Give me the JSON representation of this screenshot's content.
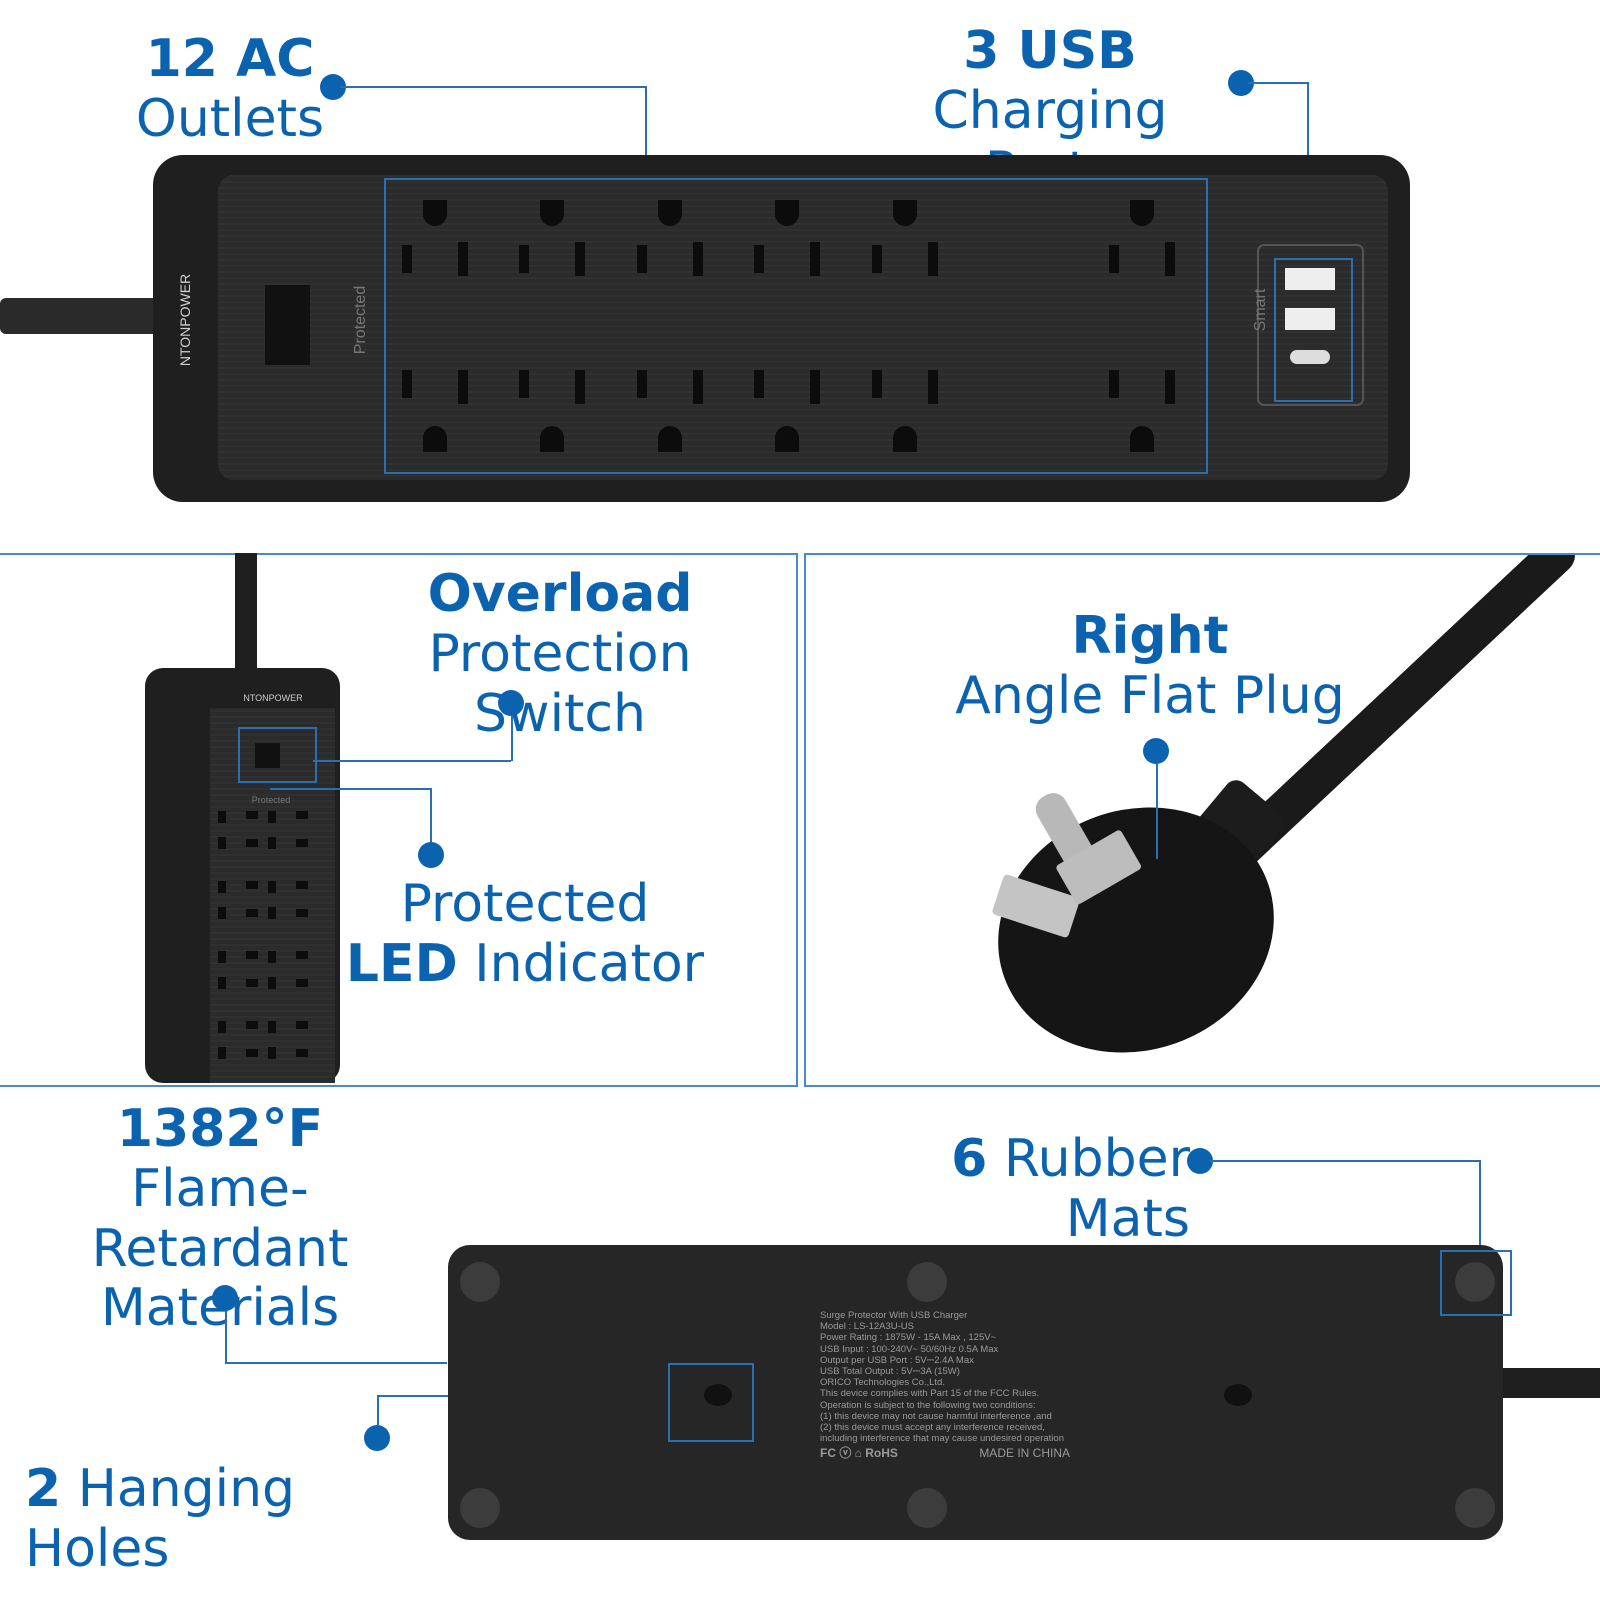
{
  "labels": {
    "ac_bold": "12 AC",
    "ac_rest": "Outlets",
    "usb_bold": "3 USB",
    "usb_rest": "Charging Ports",
    "overload_bold": "Overload",
    "overload_rest": "Protection Switch",
    "led_line1": "Protected",
    "led_bold": "LED",
    "led_rest": " Indicator",
    "plug_bold": "Right",
    "plug_rest": "Angle Flat Plug",
    "flame_bold": "1382°F",
    "flame_line2": "Flame-Retardant",
    "flame_line3": "Materials",
    "mats_bold": "6",
    "mats_rest": " Rubber Mats",
    "holes_bold": "2",
    "holes_rest": " Hanging Holes"
  },
  "device": {
    "brand": "NTONPOWER",
    "protected_text": "Protected",
    "smart_text": "Smart"
  },
  "back_label": {
    "lines": [
      "Surge Protector With USB Charger",
      "Model : LS-12A3U-US",
      "Power Rating : 1875W - 15A  Max , 125V~",
      "USB Input : 100-240V~  50/60Hz  0.5A Max",
      "Output per USB Port : 5V⎓2.4A  Max",
      "USB Total Output : 5V⎓3A (15W)",
      "ORICO Technologies Co.,Ltd.",
      "This device complies with Part 15 of the FCC Rules.",
      "Operation is subject to the following two conditions:",
      "(1) this device may not cause  harmful interference ,and",
      "(2) this device must accept any interference received,",
      "including interference that may cause undesired operation"
    ],
    "certs": "FC  ⓥ  ⌂  RoHS",
    "made_in": "MADE IN CHINA"
  },
  "colors": {
    "accent": "#0b63b0",
    "device": "#262626"
  }
}
